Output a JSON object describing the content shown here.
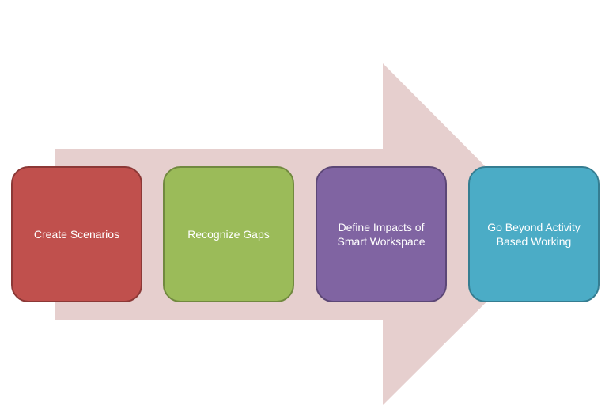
{
  "diagram": {
    "steps": [
      {
        "label": "Create Scenarios",
        "color": "#c0504d"
      },
      {
        "label": "Recognize Gaps",
        "color": "#9bbb59"
      },
      {
        "label": "Define Impacts of\nSmart Workspace",
        "color": "#8064a2"
      },
      {
        "label": "Go Beyond Activity\nBased Working",
        "color": "#4bacc6"
      }
    ],
    "arrow_color": "#e6cfce"
  }
}
